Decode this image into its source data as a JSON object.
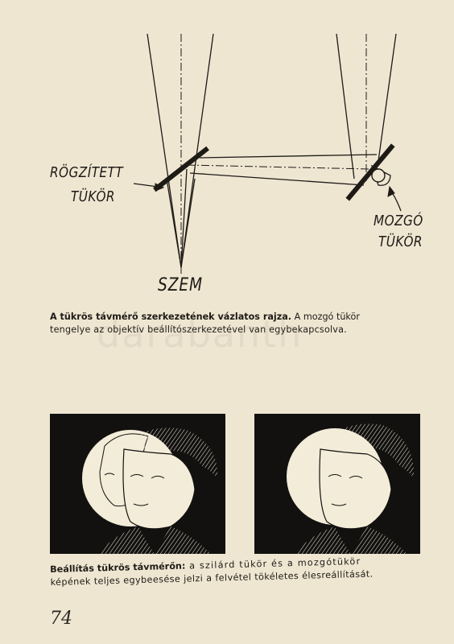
{
  "diagram": {
    "label_fixed_line1": "RÖGZÍTETT",
    "label_fixed_line2": "TÜKÖR",
    "label_moving_line1": "MOZGÓ",
    "label_moving_line2": "TÜKÖR",
    "label_eye": "SZEM"
  },
  "caption1": {
    "bold": "A tükrös távmérő szerkezetének vázlatos rajza.",
    "text_line1": " A mozgó tükör",
    "text_line2": "tengelye az objektív beállítószerkezetével van egybekapcsolva."
  },
  "watermark": "darabanth",
  "caption2": {
    "bold": "Beállítás tükrös távmérőn:",
    "text_line1": " a szilárd tükör és a mozgótükör",
    "text_line2": "képének teljes egybeesése jelzi a felvétel tökéletes élesreállítását."
  },
  "page_number": "74",
  "colors": {
    "paper": "#efe6d2",
    "ink": "#1e1b16",
    "panel": "#121110",
    "disc": "#f3ecd8"
  }
}
